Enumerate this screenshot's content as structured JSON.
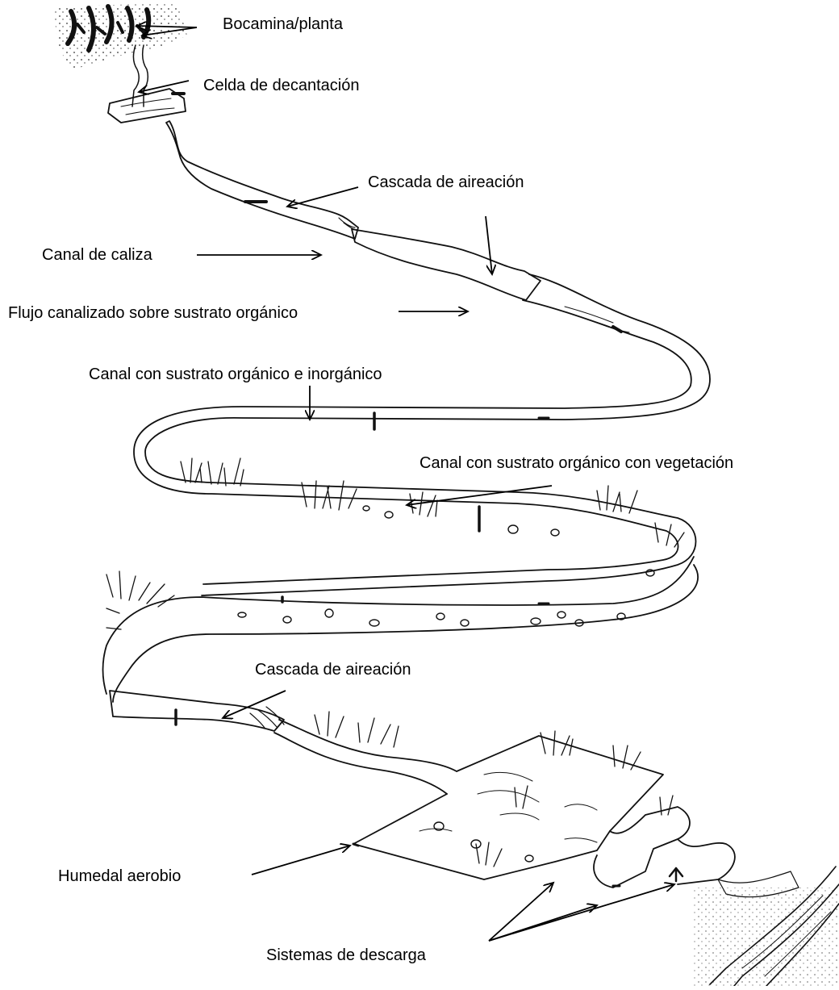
{
  "labels": {
    "bocamina": "Bocamina/planta",
    "celda": "Celda de decantación",
    "cascada_1": "Cascada de aireación",
    "canal_caliza": "Canal de caliza",
    "flujo": "Flujo canalizado sobre sustrato orgánico",
    "canal_inorganico": "Canal con sustrato orgánico e inorgánico",
    "canal_vegetacion": "Canal con sustrato orgánico con vegetación",
    "cascada_2": "Cascada de aireación",
    "humedal": "Humedal aerobio",
    "descarga": "Sistemas de descarga"
  },
  "colors": {
    "ink": "#111111",
    "background": "#ffffff"
  }
}
